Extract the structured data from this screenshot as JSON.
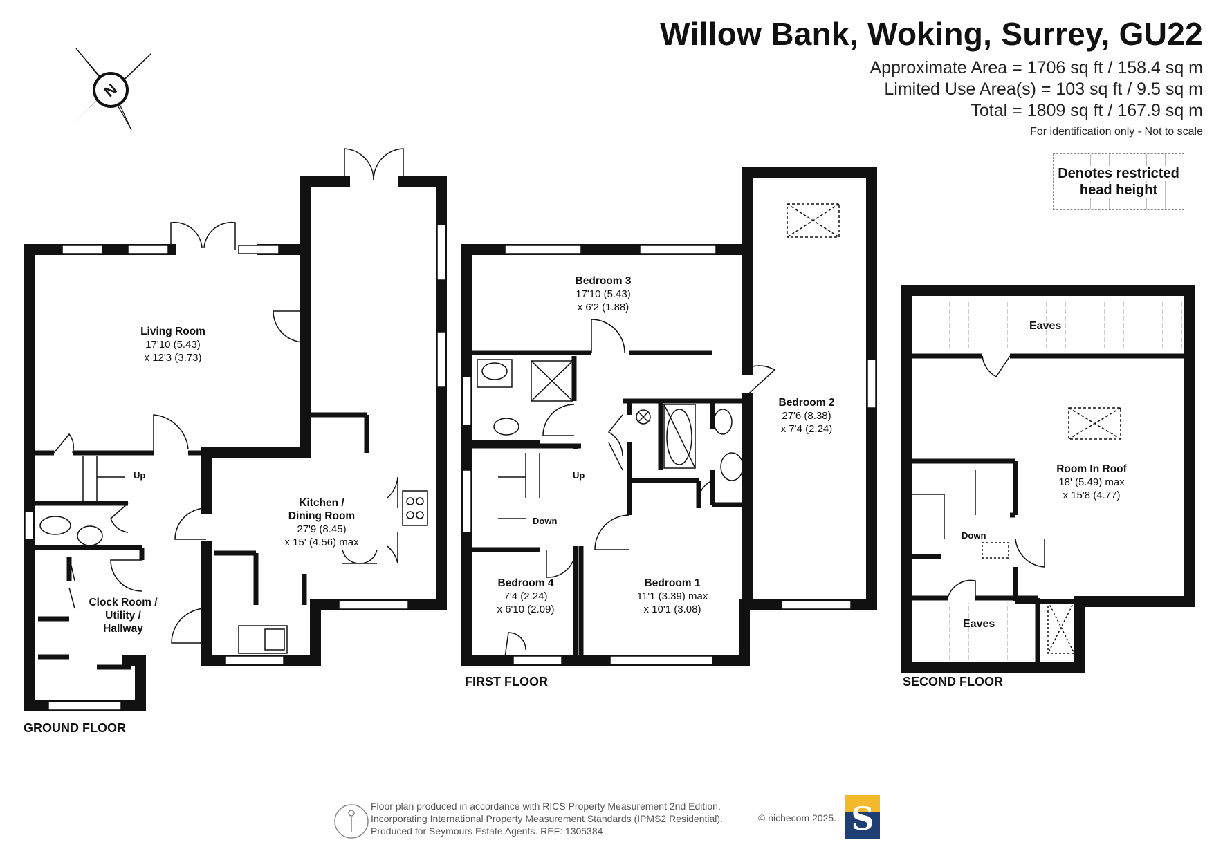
{
  "header": {
    "title": "Willow Bank, Woking, Surrey, GU22",
    "approx_area": "Approximate Area = 1706 sq ft / 158.4 sq m",
    "limited_area": "Limited Use Area(s) = 103 sq ft / 9.5 sq m",
    "total_area": "Total = 1809 sq ft / 167.9 sq m",
    "note": "For identification only - Not to scale"
  },
  "legend": {
    "line1": "Denotes restricted",
    "line2": "head height"
  },
  "compass": {
    "label": "N"
  },
  "ground_floor": {
    "label": "GROUND FLOOR",
    "living_room": {
      "name": "Living Room",
      "dim1": "17'10 (5.43)",
      "dim2": "x 12'3 (3.73)"
    },
    "kitchen": {
      "name1": "Kitchen /",
      "name2": "Dining Room",
      "dim1": "27'9 (8.45)",
      "dim2": "x 15' (4.56) max"
    },
    "cloak": {
      "name1": "Clock Room /",
      "name2": "Utility /",
      "name3": "Hallway"
    },
    "stairs_up": "Up"
  },
  "first_floor": {
    "label": "FIRST FLOOR",
    "bedroom3": {
      "name": "Bedroom 3",
      "dim1": "17'10 (5.43)",
      "dim2": "x 6'2 (1.88)"
    },
    "bedroom2": {
      "name": "Bedroom 2",
      "dim1": "27'6 (8.38)",
      "dim2": "x 7'4 (2.24)"
    },
    "bedroom1": {
      "name": "Bedroom 1",
      "dim1": "11'1 (3.39) max",
      "dim2": "x 10'1 (3.08)"
    },
    "bedroom4": {
      "name": "Bedroom 4",
      "dim1": "7'4 (2.24)",
      "dim2": "x 6'10 (2.09)"
    },
    "stairs_up": "Up",
    "stairs_down": "Down"
  },
  "second_floor": {
    "label": "SECOND FLOOR",
    "room_in_roof": {
      "name": "Room In Roof",
      "dim1": "18' (5.49) max",
      "dim2": "x 15'8 (4.77)"
    },
    "eaves_top": "Eaves",
    "eaves_bottom": "Eaves",
    "stairs_down": "Down"
  },
  "footer": {
    "line1": "Floor plan produced in accordance with RICS Property Measurement 2nd Edition,",
    "line2": "Incorporating International Property Measurement Standards (IPMS2 Residential).",
    "line3": "Produced for Seymours Estate Agents.   REF: 1305384",
    "credit": "© nichecom 2025.",
    "logo_letter": "S"
  },
  "colors": {
    "wall": "#111111",
    "logo_blue": "#1f3f74",
    "logo_yellow": "#f2b92b"
  }
}
